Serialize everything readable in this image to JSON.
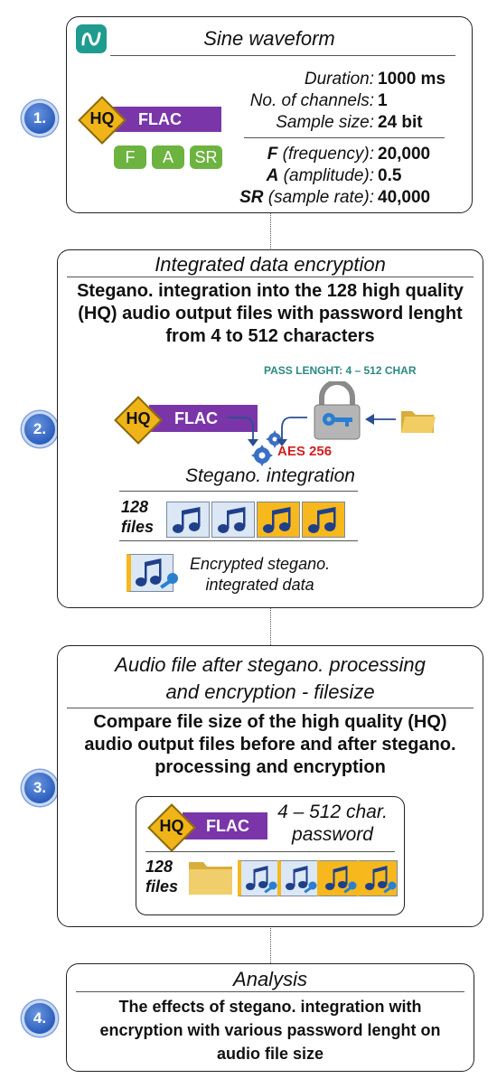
{
  "steps": [
    "1.",
    "2.",
    "3.",
    "4."
  ],
  "badge": {
    "hq": "HQ",
    "format": "FLAC"
  },
  "box1": {
    "title": "Sine waveform",
    "params": [
      "F",
      "A",
      "SR"
    ],
    "specs": [
      {
        "label": "Duration:",
        "value": "1000 ms"
      },
      {
        "label": "No. of channels:",
        "value": "1"
      },
      {
        "label": "Sample size:",
        "value": "24 bit"
      }
    ],
    "signal": [
      {
        "label_bold": "F",
        "label_rest": " (frequency):",
        "value": "20,000"
      },
      {
        "label_bold": "A",
        "label_rest": " (amplitude):",
        "value": "0.5"
      },
      {
        "label_bold": "SR",
        "label_rest": " (sample rate):",
        "value": "40,000"
      }
    ]
  },
  "box2": {
    "title": "Integrated data encryption",
    "description": "Stegano. integration into the 128 high quality (HQ) audio output files with password lenght from 4 to 512 characters",
    "pass_label": "PASS LENGHT: 4 – 512 CHAR",
    "aes_label": "AES 256",
    "integration_title": "Stegano. integration",
    "files_count": "128",
    "files_word": "files",
    "encrypted_line1": "Encrypted stegano.",
    "encrypted_line2": "integrated data"
  },
  "box3": {
    "title_line1": "Audio file after stegano. processing",
    "title_line2": "and encryption - filesize",
    "description": "Compare file size of the high quality (HQ) audio output files before and after stegano. processing and encryption",
    "password_line1": "4 – 512 char.",
    "password_line2": "password",
    "files_count": "128",
    "files_word": "files"
  },
  "box4": {
    "title": "Analysis",
    "description": "The effects of stegano. integration with encryption with various password lenght on audio file size"
  },
  "colors": {
    "purple": "#7a35a8",
    "gold": "#f0b419",
    "green": "#6db33f",
    "blue_step": "#2c5fbe",
    "teal": "#2a8a80",
    "red": "#d22020"
  }
}
